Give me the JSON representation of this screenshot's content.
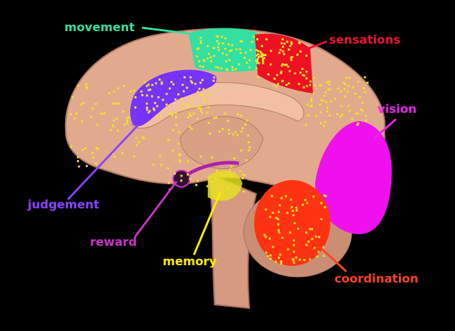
{
  "title": "Brain regions diagram",
  "labels": {
    "movement": {
      "text": "movement",
      "color": "#33e0a0"
    },
    "sensations": {
      "text": "sensations",
      "color": "#ee1133"
    },
    "vision": {
      "text": "vision",
      "color": "#ee22ee"
    },
    "judgement": {
      "text": "judgement",
      "color": "#8844ff"
    },
    "reward": {
      "text": "reward",
      "color": "#cc33cc"
    },
    "memory": {
      "text": "memory",
      "color": "#ffee00"
    },
    "coordination": {
      "text": "coordination",
      "color": "#ff4422"
    }
  },
  "colors": {
    "brain": "#e0a88a",
    "brain_shadow": "#b87e66",
    "dots": "#f0e030"
  }
}
